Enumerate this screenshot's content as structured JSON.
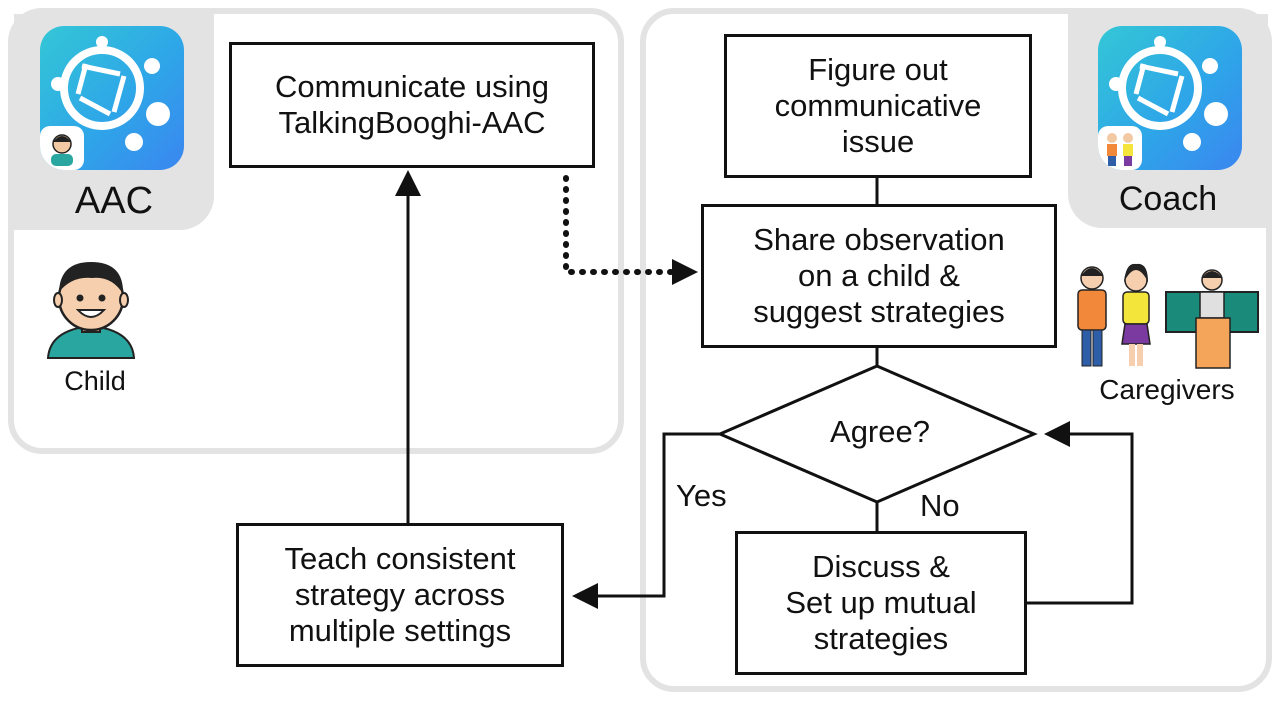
{
  "apps": {
    "aac": {
      "label": "AAC"
    },
    "coach": {
      "label": "Coach"
    }
  },
  "people": {
    "child_label": "Child",
    "caregivers_label": "Caregivers"
  },
  "boxes": {
    "communicate": "Communicate using\nTalkingBooghi-AAC",
    "figure_out": "Figure out\ncommunicative\nissue",
    "share": "Share observation\non a child &\nsuggest strategies",
    "discuss": "Discuss &\nSet up mutual\nstrategies",
    "teach": "Teach consistent\nstrategy across\nmultiple settings"
  },
  "decision": {
    "question": "Agree?",
    "yes_label": "Yes",
    "no_label": "No"
  },
  "colors": {
    "panel_border": "#e3e3e3",
    "app_icon_gradient": [
      "#34c7d6",
      "#3a86f0"
    ],
    "child_shirt": "#2aa6a0",
    "caregiver_orange": "#f2893a",
    "caregiver_yellow": "#f3e53a",
    "teacher_board": "#1a8a7a"
  }
}
